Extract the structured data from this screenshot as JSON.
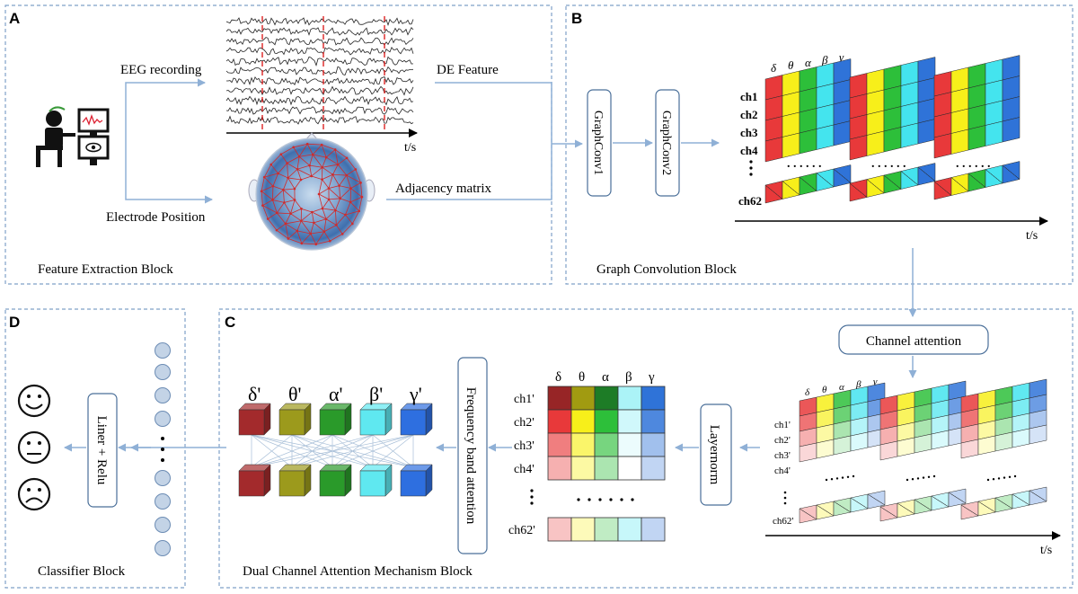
{
  "panels": {
    "a": {
      "letter": "A",
      "title": "Feature Extraction Block"
    },
    "b": {
      "letter": "B",
      "title": "Graph Convolution Block"
    },
    "c": {
      "letter": "C",
      "title": "Dual Channel Attention Mechanism Block"
    },
    "d": {
      "letter": "D",
      "title": "Classifier Block"
    }
  },
  "feature": {
    "eeg_recording": "EEG recording",
    "electrode_position": "Electrode Position",
    "de_feature": "DE Feature",
    "adjacency_matrix": "Adjacency matrix",
    "time_axis": "t/s"
  },
  "graph": {
    "conv1": "GraphConv1",
    "conv2": "GraphConv2",
    "bands": [
      "δ",
      "θ",
      "α",
      "β",
      "γ"
    ],
    "channels": [
      "ch1",
      "ch2",
      "ch3",
      "ch4"
    ],
    "last_channel": "ch62",
    "ellipsis": ". . . . . .",
    "time_axis": "t/s"
  },
  "attention": {
    "channel_attention": "Channel attention",
    "layernorm": "Layernorm",
    "frequency_band_attention": "Frequency band attention",
    "matrix_bands": [
      "δ",
      "θ",
      "α",
      "β",
      "γ"
    ],
    "matrix_channels": [
      "ch1'",
      "ch2'",
      "ch3'",
      "ch4'"
    ],
    "matrix_last_channel": "ch62'",
    "small_bands": [
      "δ",
      "θ",
      "α",
      "β",
      "γ"
    ],
    "small_channels": [
      "ch1'",
      "ch2'",
      "ch3'",
      "ch4'"
    ],
    "small_last_channel": "ch62'",
    "time_axis": "t/s",
    "prime_bands": [
      "δ'",
      "θ'",
      "α'",
      "β'",
      "γ'"
    ]
  },
  "classifier": {
    "liner_relu": "Liner + Relu",
    "faces": [
      "happy-face",
      "neutral-face",
      "sad-face"
    ]
  },
  "colors": {
    "band_bright": [
      "#e8393a",
      "#f7ef1a",
      "#2dbf3a",
      "#44e4ee",
      "#2f73d8"
    ],
    "band_cube": [
      "#a32a2c",
      "#9c9a1c",
      "#2a9a2a",
      "#5fe8f0",
      "#2e6fe0"
    ],
    "panel_border": "#7fa0c8",
    "arrow": "#8fb0d6"
  }
}
